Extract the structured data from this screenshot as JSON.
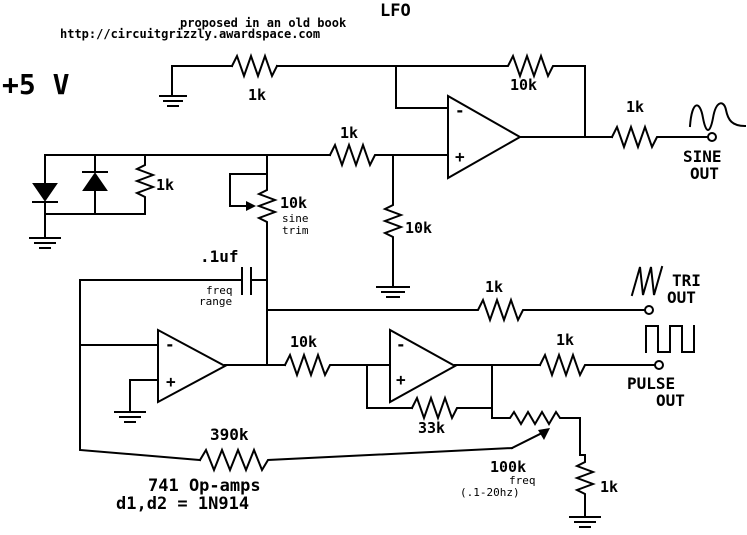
{
  "header": {
    "title": "LFO",
    "subtitle": "proposed in an old book",
    "url": "http://circuitgrizzly.awardspace.com"
  },
  "supply_label": "+5 V",
  "components": {
    "r_ground_in": "1k",
    "r_feedback_top": "10k",
    "r_sine_out": "1k",
    "r_sine_in": "1k",
    "r_diode": "1k",
    "pot_sine_trim_value": "10k",
    "pot_sine_trim_name_1": "sine",
    "pot_sine_trim_name_2": "trim",
    "r_divider_ground": "10k",
    "cap_value": ".1uf",
    "cap_label_1": "freq",
    "cap_label_2": "range",
    "r_tri_out": "1k",
    "r_int_to_comp": "10k",
    "r_pulse_out": "1k",
    "r_hysteresis": "33k",
    "r_390k": "390k",
    "pot_freq_value": "100k",
    "pot_freq_label_1": "freq",
    "pot_freq_label_2": "(.1-20hz)",
    "r_freq_ground": "1k"
  },
  "outputs": {
    "sine_1": "SINE",
    "sine_2": "OUT",
    "tri_1": "TRI",
    "tri_2": "OUT",
    "pulse_1": "PULSE",
    "pulse_2": "OUT"
  },
  "notes": {
    "line1": "741 Op-amps",
    "line2": "d1,d2 = 1N914"
  },
  "opamp_signs": {
    "minus": "-",
    "plus": "+"
  }
}
